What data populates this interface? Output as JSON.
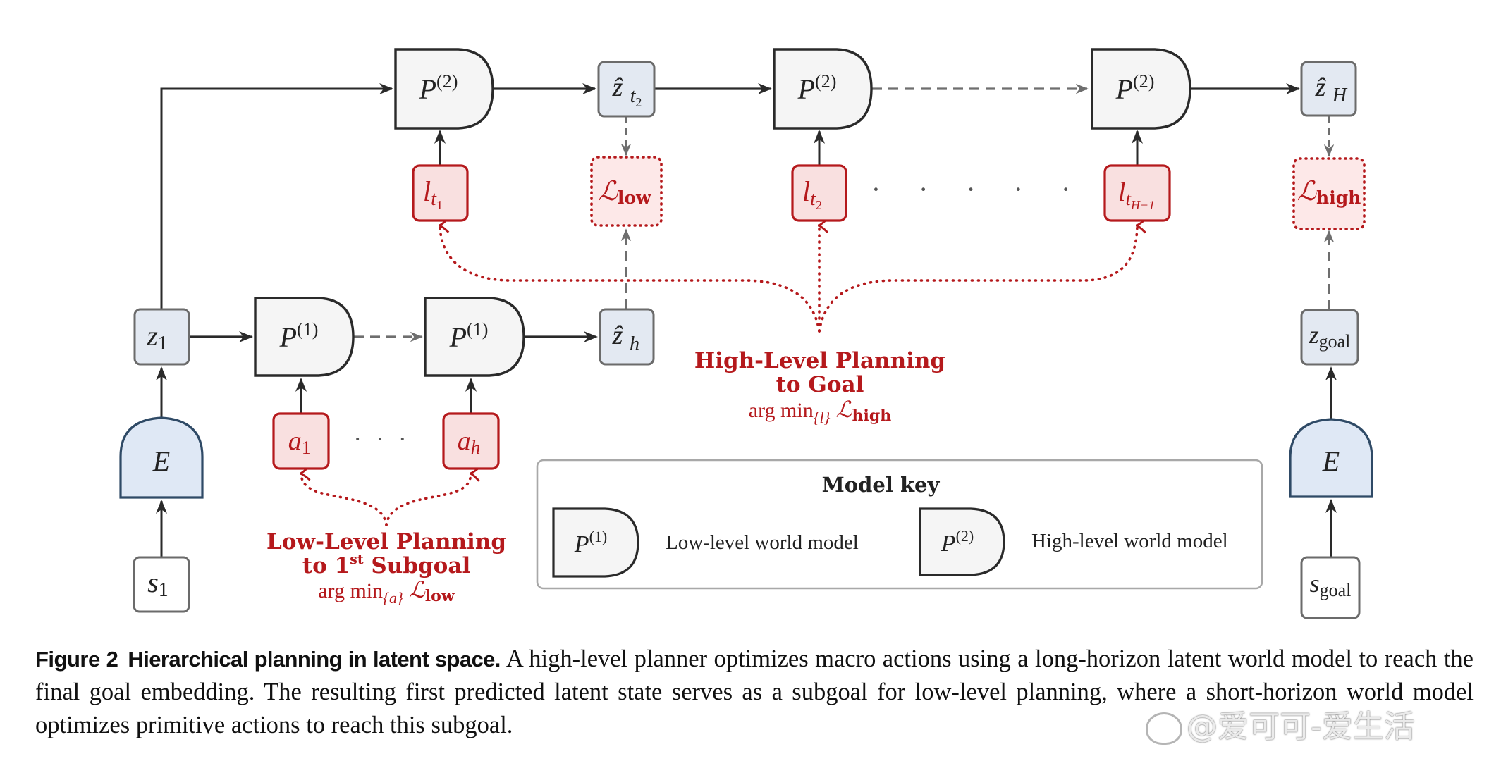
{
  "figure": {
    "nodes": {
      "z1": {
        "main": "z",
        "sub": "1"
      },
      "s1": {
        "main": "s",
        "sub": "1"
      },
      "encoder_left": {
        "label": "E"
      },
      "encoder_right": {
        "label": "E"
      },
      "z_goal": {
        "main": "z",
        "sub": "goal"
      },
      "s_goal": {
        "main": "s",
        "sub": "goal"
      },
      "p2_first": {
        "main": "P",
        "sup": "(2)"
      },
      "p2_second": {
        "main": "P",
        "sup": "(2)"
      },
      "p2_last": {
        "main": "P",
        "sup": "(2)"
      },
      "p1_first": {
        "main": "P",
        "sup": "(1)"
      },
      "p1_second": {
        "main": "P",
        "sup": "(1)"
      },
      "zhat_t2": {
        "main": "ẑ",
        "sub": "t",
        "subsub": "2"
      },
      "zhat_H": {
        "main": "ẑ",
        "sub": "H"
      },
      "zhat_h": {
        "main": "ẑ",
        "sub": "h"
      },
      "l_t1": {
        "main": "l",
        "sub": "t",
        "subsub": "1"
      },
      "l_t2": {
        "main": "l",
        "sub": "t",
        "subsub": "2"
      },
      "l_tH1": {
        "main": "l",
        "sub": "t",
        "subsub": "H−1"
      },
      "a1": {
        "main": "a",
        "sub": "1"
      },
      "ah": {
        "main": "a",
        "sub": "h"
      },
      "loss_low": {
        "main": "ℒ",
        "sub": "low"
      },
      "loss_high": {
        "main": "ℒ",
        "sub": "high"
      }
    },
    "ellipsis_high": "· · · · ·",
    "ellipsis_low": "· · ·",
    "high_level_label": {
      "line1": "High-Level Planning",
      "line2": "to Goal",
      "line3_prefix": "arg min",
      "line3_sub": "{l}",
      "line3_loss": "ℒ",
      "line3_loss_sub": "high"
    },
    "low_level_label": {
      "line1": "Low-Level Planning",
      "line2_prefix": "to 1",
      "line2_sup": "st",
      "line2_suffix": " Subgoal",
      "line3_prefix": "arg min",
      "line3_sub": "{a}",
      "line3_loss": "ℒ",
      "line3_loss_sub": "low"
    },
    "model_key": {
      "title": "Model key",
      "items": [
        {
          "symbol_main": "P",
          "symbol_sup": "(1)",
          "description": "Low-level world model"
        },
        {
          "symbol_main": "P",
          "symbol_sup": "(2)",
          "description": "High-level world model"
        }
      ]
    },
    "colors": {
      "latent_fill": "#e3e9f2",
      "latent_stroke": "#6b6b6b",
      "encoder_fill": "#dfe8f5",
      "encoder_stroke": "#2f4a66",
      "predictor_fill": "#f5f5f5",
      "predictor_stroke": "#2a2a2a",
      "action_fill": "#f9e0e0",
      "action_stroke": "#b5191c",
      "loss_fill": "#fde8e8",
      "accent_red": "#b5191c"
    }
  },
  "caption": {
    "label": "Figure 2",
    "title": "Hierarchical planning in latent space.",
    "text": "A high-level planner optimizes macro actions using a long-horizon latent world model to reach the final goal embedding. The resulting first predicted latent state serves as a subgoal for low-level planning, where a short-horizon world model optimizes primitive actions to reach this subgoal."
  },
  "watermark": {
    "text": "@爱可可-爱生活",
    "icon": "weibo-logo-icon"
  }
}
